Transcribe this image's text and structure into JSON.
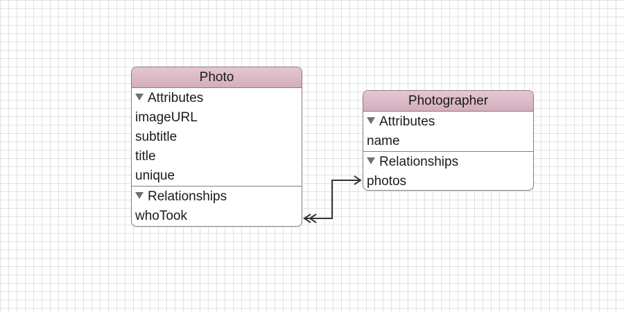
{
  "diagram": {
    "entities": {
      "photo": {
        "name": "Photo",
        "attributes_label": "Attributes",
        "attributes": [
          "imageURL",
          "subtitle",
          "title",
          "unique"
        ],
        "relationships_label": "Relationships",
        "relationships": [
          "whoTook"
        ]
      },
      "photographer": {
        "name": "Photographer",
        "attributes_label": "Attributes",
        "attributes": [
          "name"
        ],
        "relationships_label": "Relationships",
        "relationships": [
          "photos"
        ]
      }
    },
    "links": [
      {
        "from": "Photo.whoTook",
        "to": "Photographer.photos",
        "from_end": "to-many",
        "to_end": "to-one"
      }
    ],
    "colors": {
      "header": "#dcb8c6",
      "border": "#8c7a82",
      "grid": "#e2e2e2",
      "connector": "#333333"
    }
  }
}
